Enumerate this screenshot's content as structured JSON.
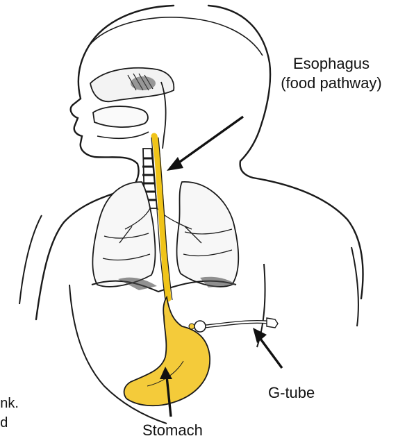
{
  "labels": {
    "esophagus_line1": "Esophagus",
    "esophagus_line2": "(food pathway)",
    "gtube": "G-tube",
    "stomach": "Stomach"
  },
  "cropped_body_text": {
    "line1": "drink.",
    "line2": "and"
  },
  "colors": {
    "digestive_tract": "#f0c419",
    "stomach_fill": "#f4cb3a",
    "outline": "#1a1a1a"
  }
}
